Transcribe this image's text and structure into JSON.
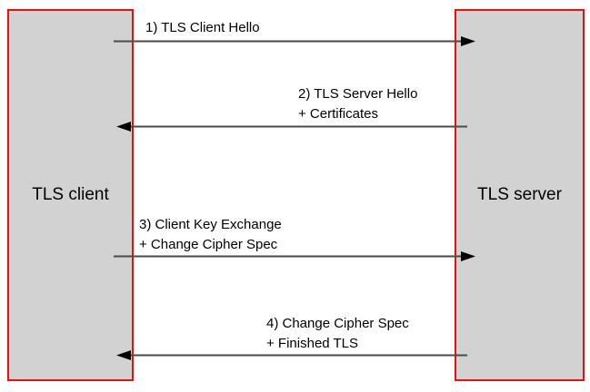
{
  "actors": {
    "client": {
      "label": "TLS client"
    },
    "server": {
      "label": "TLS server"
    }
  },
  "messages": [
    {
      "step": 1,
      "direction": "client-to-server",
      "line1": "1) TLS Client Hello",
      "line2": ""
    },
    {
      "step": 2,
      "direction": "server-to-client",
      "line1": "2) TLS Server Hello",
      "line2": "+ Certificates"
    },
    {
      "step": 3,
      "direction": "client-to-server",
      "line1": "3) Client Key Exchange",
      "line2": "+ Change Cipher Spec"
    },
    {
      "step": 4,
      "direction": "server-to-client",
      "line1": "4) Change Cipher Spec",
      "line2": "+ Finished TLS"
    }
  ],
  "colors": {
    "background": "#ffffff",
    "box_fill": "#d2d2d2",
    "box_border": "#f20d0d",
    "arrow_line": "#4a4a4a",
    "arrow_head": "#000000",
    "text": "#000000"
  }
}
